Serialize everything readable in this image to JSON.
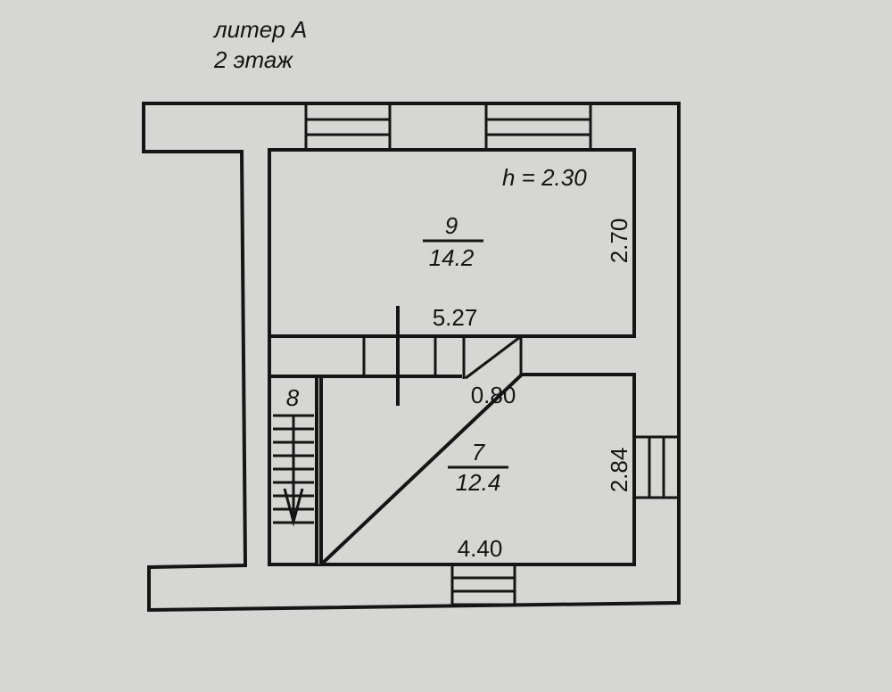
{
  "header": {
    "building": "литер А",
    "floor": "2 этаж"
  },
  "ceiling_height": "h = 2.30",
  "rooms": [
    {
      "number": "9",
      "area": "14.2",
      "width": "5.27",
      "depth": "2.70"
    },
    {
      "number": "7",
      "area": "12.4",
      "width": "4.40",
      "depth": "2.84"
    },
    {
      "number": "8"
    }
  ],
  "door_width": "0.80"
}
